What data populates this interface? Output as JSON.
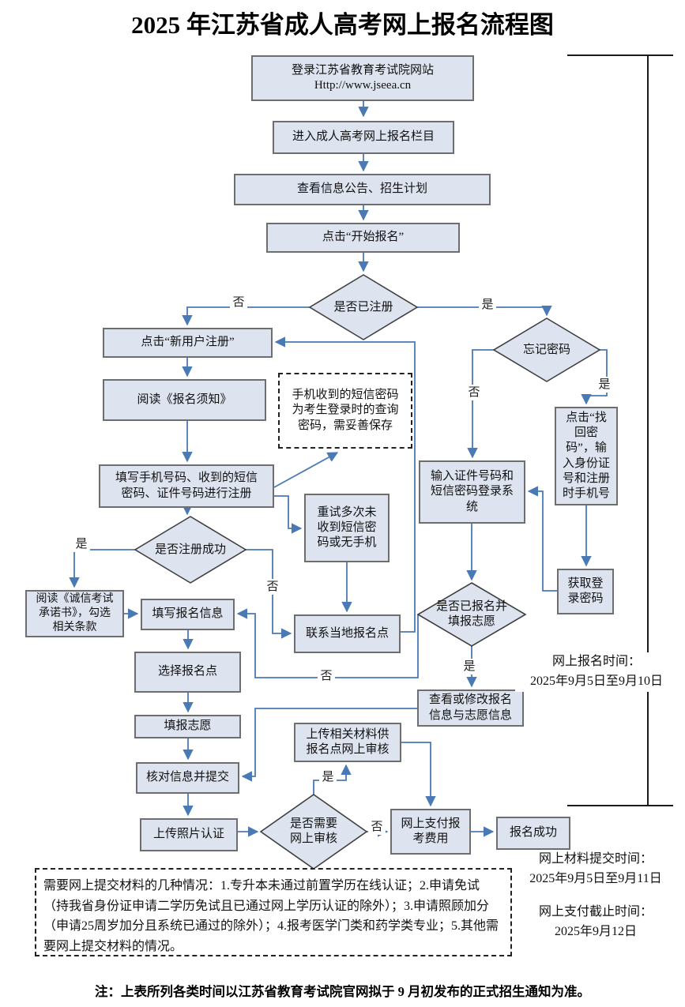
{
  "title": "2025 年江苏省成人高考网上报名流程图",
  "nodes": {
    "login": "登录江苏省教育考试院网站\nHttp://www.jseea.cn",
    "enter_column": "进入成人高考网上报名栏目",
    "view_notice": "查看信息公告、招生计划",
    "click_start": "点击“开始报名”",
    "registered_q": "是否已注册",
    "new_user": "点击“新用户注册”",
    "read_notice": "阅读《报名须知》",
    "sms_tip": "手机收到的短信密码\n为考生登录时的查询\n密码，需妥善保存",
    "fill_phone": "填写手机号码、收到的短信\n密码、证件号码进行注册",
    "register_ok_q": "是否注册成功",
    "retry": "重试多次未\n收到短信密\n码或无手机",
    "honesty": "阅读《诚信考试\n承诺书》，勾选\n相关条款",
    "fill_info": "填写报名信息",
    "contact_local": "联系当地报名点",
    "choose_point": "选择报名点",
    "fill_volunteer": "填报志愿",
    "verify_submit": "核对信息并提交",
    "upload_photo": "上传照片认证",
    "need_review_q": "是否需要\n网上审核",
    "upload_materials": "上传相关材料供\n报名点网上审核",
    "pay_fee": "网上支付报\n考费用",
    "success": "报名成功",
    "forgot_q": "忘记密码",
    "find_password": "点击“找\n回密\n码”，输\n入身份证\n号和注册\n时手机号",
    "login_system": "输入证件号码和\n短信密码登录系\n统",
    "get_password": "获取登\n录密码",
    "applied_q": "是否已报名并\n填报志愿",
    "view_modify": "查看或修改报名\n信息与志愿信息"
  },
  "edge_labels": {
    "yes": "是",
    "no": "否"
  },
  "times": {
    "registration": "网上报名时间：\n2025年9月5日至9月10日",
    "materials": "网上材料提交时间：\n2025年9月5日至9月11日",
    "payment": "网上支付截止时间：\n2025年9月12日"
  },
  "notes": {
    "materials_cases": "需要网上提交材料的几种情况：1.专升本未通过前置学历在线认证；2.申请免试（持我省身份证申请二学历免试且已通过网上学历认证的除外）；3.申请照顾加分（申请25周岁加分且系统已通过的除外）；4.报考医学门类和药学类专业；5.其他需要网上提交材料的情况。",
    "footer": "注：上表所列各类时间以江苏省教育考试院官网拟于 9 月初发布的正式招生通知为准。"
  },
  "colors": {
    "box_fill": "#dde4f0",
    "box_border": "#6e6e6e",
    "arrow": "#4a7ab5",
    "diamond_border": "#3f3f3f"
  }
}
